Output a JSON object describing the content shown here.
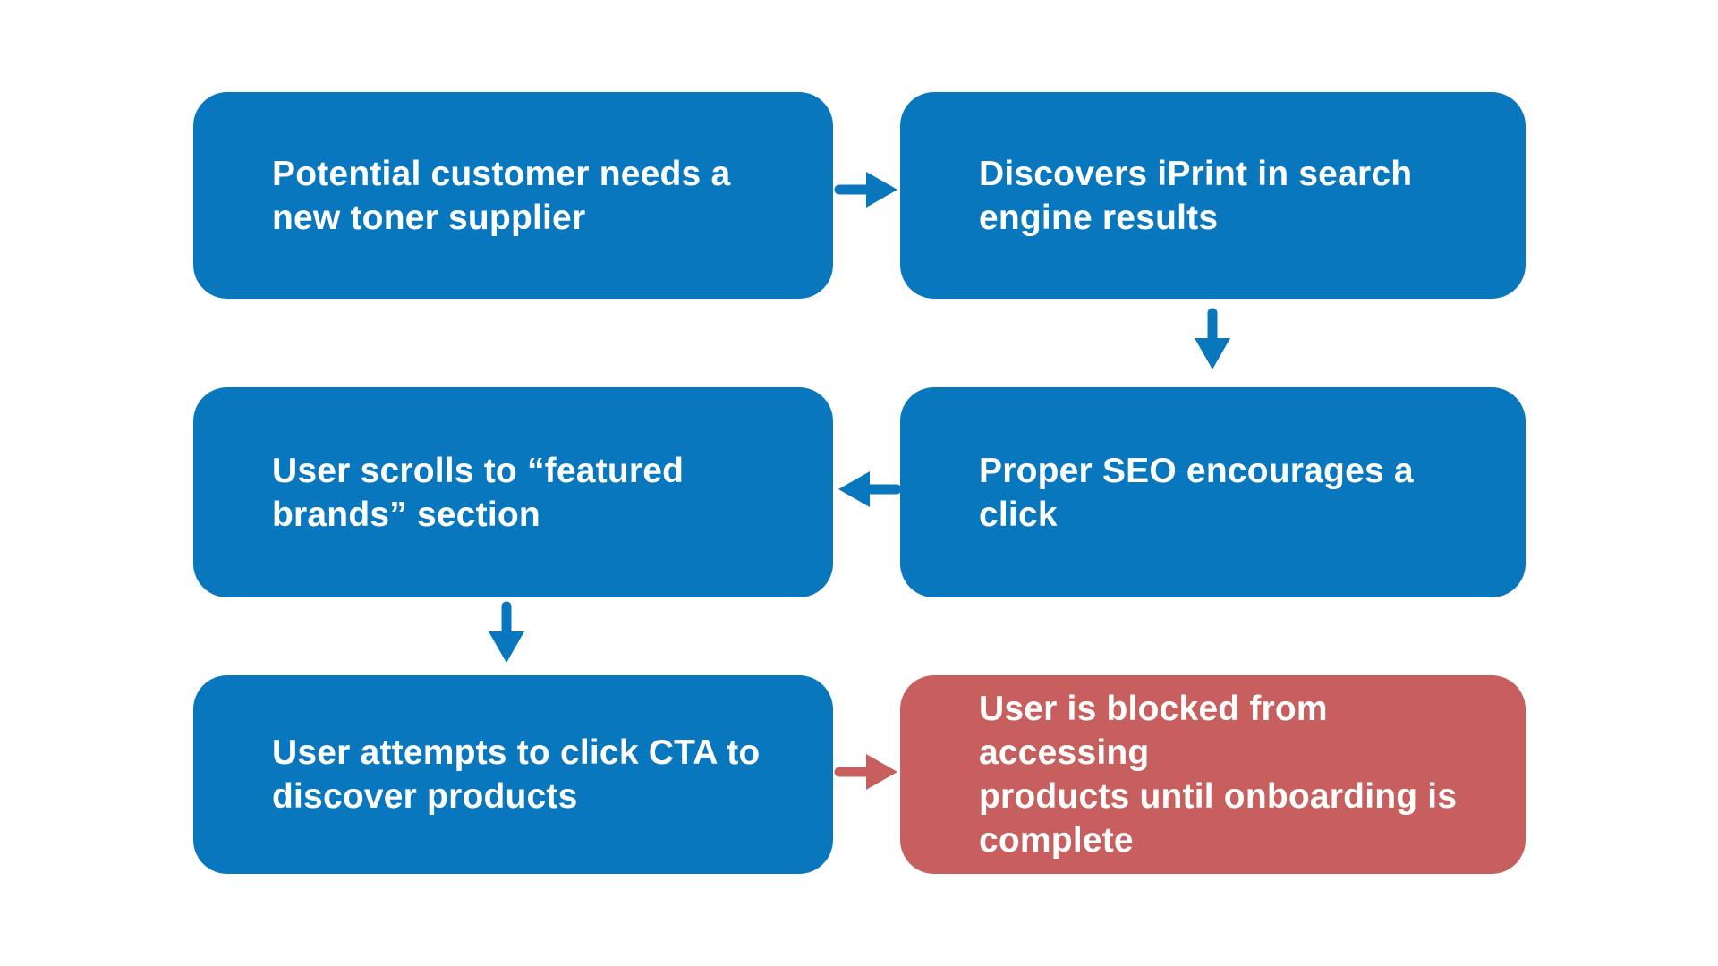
{
  "colors": {
    "step": "#0877BE",
    "blocked": "#C75F5F",
    "text": "#FFFFFF",
    "background": "#FFFFFF"
  },
  "flowchart": {
    "boxes": [
      {
        "text": "Potential customer needs a\nnew toner supplier",
        "variant": "step"
      },
      {
        "text": "Discovers iPrint in search\nengine results",
        "variant": "step"
      },
      {
        "text": "User scrolls to “featured\nbrands” section",
        "variant": "step"
      },
      {
        "text": "Proper SEO encourages a click",
        "variant": "step"
      },
      {
        "text": "User attempts to click CTA to\ndiscover products",
        "variant": "step"
      },
      {
        "text": "User is blocked from accessing\nproducts until onboarding is\ncomplete",
        "variant": "blocked"
      }
    ],
    "connections": [
      {
        "from": "step-1",
        "to": "step-2",
        "direction": "right",
        "color": "step"
      },
      {
        "from": "step-2",
        "to": "step-4",
        "direction": "down",
        "color": "step"
      },
      {
        "from": "step-4",
        "to": "step-3",
        "direction": "left",
        "color": "step"
      },
      {
        "from": "step-3",
        "to": "step-5",
        "direction": "down",
        "color": "step"
      },
      {
        "from": "step-5",
        "to": "step-6",
        "direction": "right",
        "color": "blocked"
      }
    ]
  }
}
